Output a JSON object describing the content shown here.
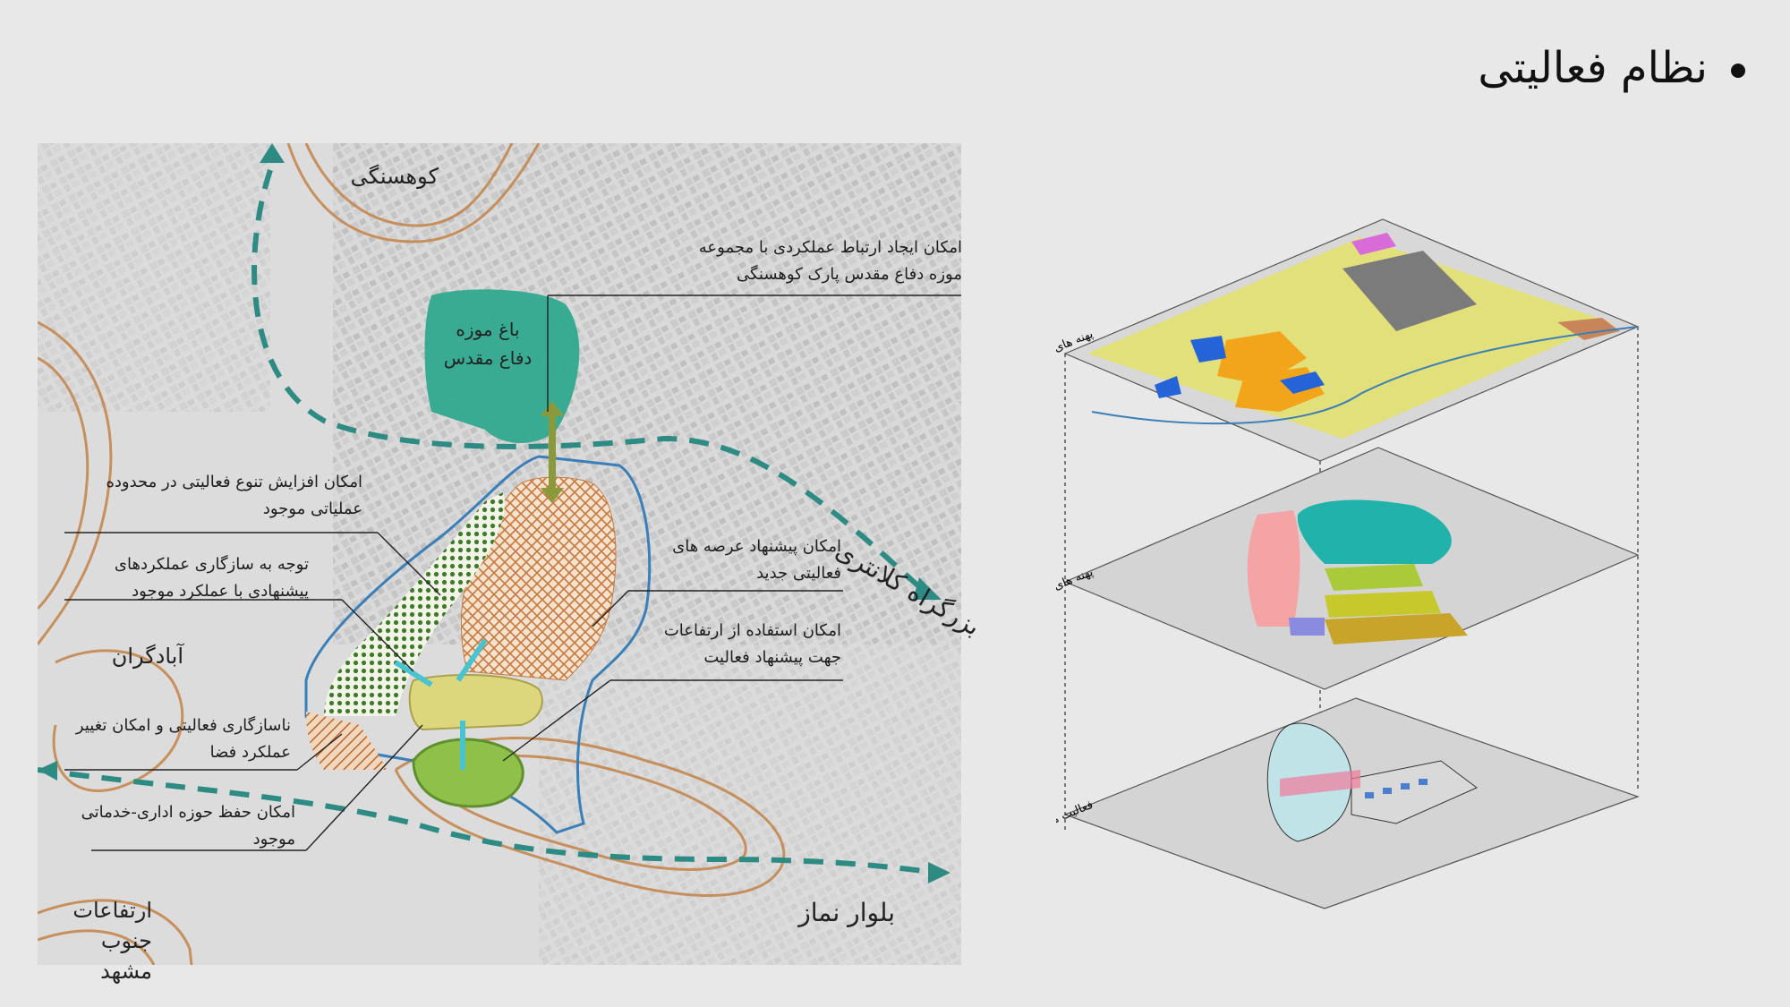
{
  "title": "نظام فعالیتی",
  "map": {
    "places": {
      "kuhsangi": "کوهسنگی",
      "abadgaran": "آبادگران",
      "heights": "ارتفاعات جنوب مشهد",
      "museum_garden": "باغ موزه دفاع مقدس"
    },
    "roads": {
      "kalantari": "بزرگراه کلانتری",
      "namaz": "بلوار نماز"
    },
    "notes": {
      "n1": "امکان ایجاد ارتباط عملکردی با مجموعه موزه دفاع مقدس پارک کوهسنگی",
      "n2": "امکان افزایش تنوع فعالیتی در محدوده عملیاتی موجود",
      "n3": "توجه به سازگاری عملکردهای پیشنهادی با عملکرد موجود",
      "n4": "امکان پیشنهاد عرصه های فعالیتی جدید",
      "n5": "امکان استفاده از ارتفاعات جهت پیشنهاد فعالیت",
      "n6": "ناسازگاری فعالیتی و امکان تغییر عملکرد فضا",
      "n7": "امکان حفظ حوزه اداری-خدماتی موجود"
    }
  },
  "layers": {
    "top": "پهنه های فعالیتی تاثیر گذار",
    "middle": "پهنه های کلان فعالیتی داخل سایت",
    "bottom": "فعالیت های موجود در سایت"
  },
  "colors": {
    "teal": "#2e8b84",
    "museum": "#2fa98e",
    "brown": "#c07a45",
    "olive": "#8a9a3a"
  }
}
